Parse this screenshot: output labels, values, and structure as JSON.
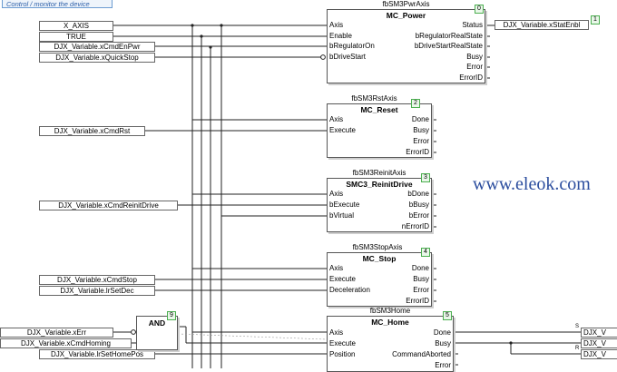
{
  "header": {
    "title": "Control / monitor the device"
  },
  "watermark": "www.eleok.com",
  "inputs": {
    "x_axis": "X_AXIS",
    "true_const": "TRUE",
    "cmd_en_pwr": "DJX_Variable.xCmdEnPwr",
    "quick_stop": "DJX_Variable.xQuickStop",
    "cmd_rst": "DJX_Variable.xCmdRst",
    "cmd_reinit": "DJX_Variable.xCmdReinitDrive",
    "cmd_stop": "DJX_Variable.xCmdStop",
    "set_dec": "DJX_Variable.lrSetDec",
    "err": "DJX_Variable.xErr",
    "cmd_homing": "DJX_Variable.xCmdHoming",
    "set_home_pos": "DJX_Variable.lrSetHomePos"
  },
  "outputs": {
    "stat_enbl": "DJX_Variable.xStatEnbl",
    "stat_enbl_badge": "1",
    "right_1": "DJX_V",
    "right_2": "DJX_V",
    "right_3": "DJX_V",
    "label_s": "S",
    "label_r": "R"
  },
  "blocks": {
    "power": {
      "instance": "fbSM3PwrAxis",
      "type": "MC_Power",
      "badge": "0",
      "inputs": [
        "Axis",
        "Enable",
        "bRegulatorOn",
        "bDriveStart"
      ],
      "outputs": [
        "Status",
        "bRegulatorRealState",
        "bDriveStartRealState",
        "Busy",
        "Error",
        "ErrorID"
      ]
    },
    "reset": {
      "instance": "fbSM3RstAxis",
      "type": "MC_Reset",
      "badge": "2",
      "inputs": [
        "Axis",
        "Execute"
      ],
      "outputs": [
        "Done",
        "Busy",
        "Error",
        "ErrorID"
      ]
    },
    "reinit": {
      "instance": "fbSM3ReinitAxis",
      "type": "SMC3_ReinitDrive",
      "badge": "3",
      "inputs": [
        "Axis",
        "bExecute",
        "bVirtual"
      ],
      "outputs": [
        "bDone",
        "bBusy",
        "bError",
        "nErrorID"
      ]
    },
    "stop": {
      "instance": "fbSM3StopAxis",
      "type": "MC_Stop",
      "badge": "4",
      "inputs": [
        "Axis",
        "Execute",
        "Deceleration"
      ],
      "outputs": [
        "Done",
        "Busy",
        "Error",
        "ErrorID"
      ]
    },
    "home": {
      "instance": "fbSM3Home",
      "type": "MC_Home",
      "badge": "5",
      "inputs": [
        "Axis",
        "Execute",
        "Position"
      ],
      "outputs": [
        "Done",
        "Busy",
        "CommandAborted",
        "Error"
      ]
    },
    "and_gate": {
      "type": "AND",
      "badge": "9"
    }
  }
}
